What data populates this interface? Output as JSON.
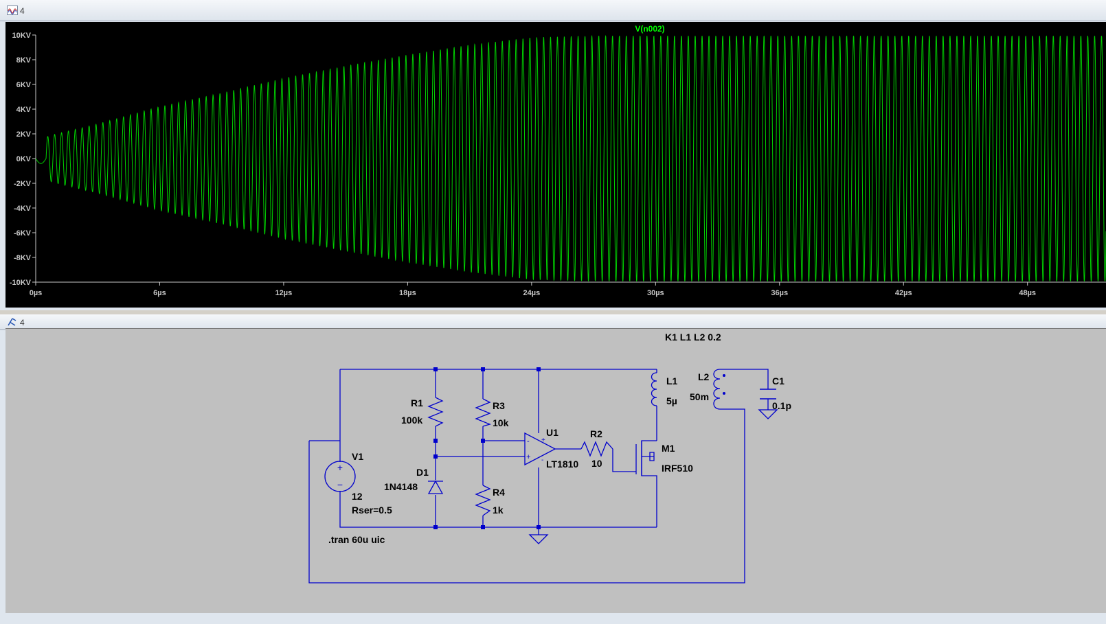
{
  "waveform_window": {
    "title": "4",
    "trace_label": "V(n002)",
    "colors": {
      "background": "#000000",
      "trace": "#00d000",
      "axis": "#c8c8c8",
      "label": "#00ff00"
    }
  },
  "chart_data": {
    "type": "line",
    "series": [
      {
        "name": "V(n002)",
        "description": "damped-onset sinusoid growing from ~1.5KV to ~10KV amplitude, saturating near 28µs"
      }
    ],
    "x_ticks": [
      "0µs",
      "6µs",
      "12µs",
      "18µs",
      "24µs",
      "30µs",
      "36µs",
      "42µs",
      "48µs"
    ],
    "y_ticks": [
      "10KV",
      "8KV",
      "6KV",
      "4KV",
      "2KV",
      "0KV",
      "-2KV",
      "-4KV",
      "-6KV",
      "-8KV",
      "-10KV"
    ],
    "xlim": [
      0,
      51.8
    ],
    "ylim": [
      -10,
      10
    ],
    "x_unit": "µs",
    "y_unit": "KV",
    "cycles_per_us": 3.0,
    "amplitude_points": [
      [
        0,
        1.5
      ],
      [
        1,
        2.0
      ],
      [
        3,
        2.8
      ],
      [
        6,
        4.2
      ],
      [
        9,
        5.3
      ],
      [
        12,
        6.5
      ],
      [
        15,
        7.5
      ],
      [
        18,
        8.4
      ],
      [
        21,
        9.2
      ],
      [
        24,
        9.8
      ],
      [
        28,
        10
      ],
      [
        51.8,
        10
      ]
    ]
  },
  "schematic_window": {
    "title": "4",
    "colors": {
      "background": "#c0c0c0",
      "wire": "#0000cc",
      "text": "#000000"
    },
    "directives": {
      "coupling": "K1 L1 L2 0.2",
      "tran": ".tran 60u uic"
    },
    "components": {
      "V1": {
        "name": "V1",
        "value": "12",
        "extra": "Rser=0.5"
      },
      "R1": {
        "name": "R1",
        "value": "100k"
      },
      "R3": {
        "name": "R3",
        "value": "10k"
      },
      "R4": {
        "name": "R4",
        "value": "1k"
      },
      "D1": {
        "name": "D1",
        "value": "1N4148"
      },
      "U1": {
        "name": "U1",
        "value": "LT1810"
      },
      "R2": {
        "name": "R2",
        "value": "10"
      },
      "M1": {
        "name": "M1",
        "value": "IRF510"
      },
      "L1": {
        "name": "L1",
        "value": "5µ"
      },
      "L2": {
        "name": "L2",
        "value": "50m"
      },
      "C1": {
        "name": "C1",
        "value": "0.1p"
      }
    },
    "opamp_pins": {
      "plus_top": "+",
      "minus_in": "-",
      "plus_in": "+",
      "minus_bottom": "-"
    }
  }
}
